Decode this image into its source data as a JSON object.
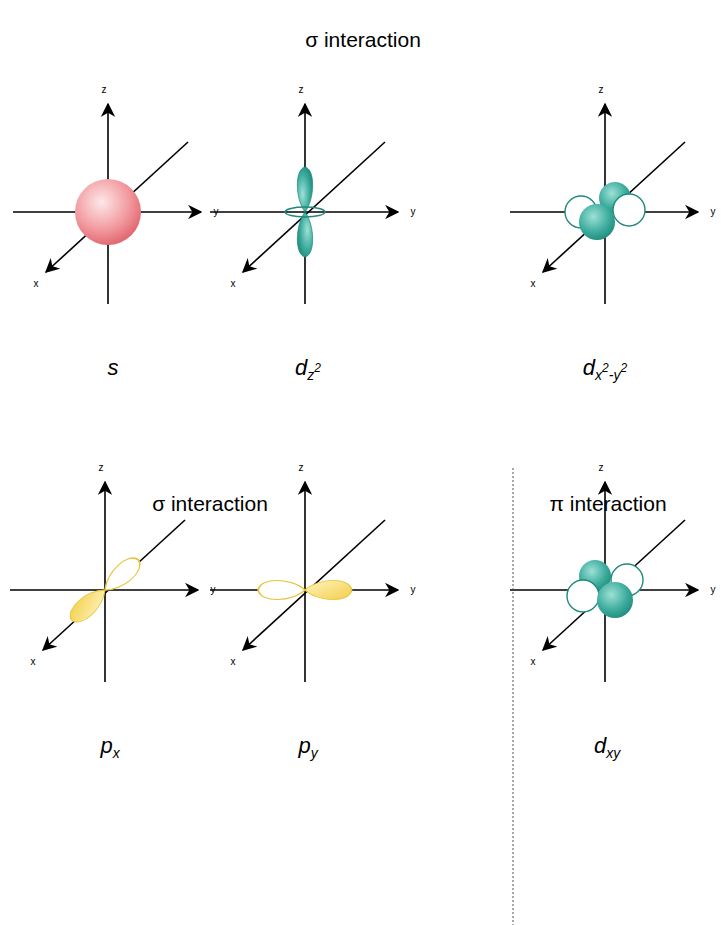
{
  "diagram": {
    "labels": [
      "σ interaction",
      "z",
      "y",
      "x",
      "s",
      "z",
      "y",
      "x",
      "dz2",
      "z",
      "y",
      "x",
      "dx2-y2",
      "σ interaction",
      "z",
      "y",
      "x",
      "px",
      "z",
      "y",
      "x",
      "py",
      "π interaction",
      "z",
      "y",
      "x",
      "dxy"
    ]
  }
}
